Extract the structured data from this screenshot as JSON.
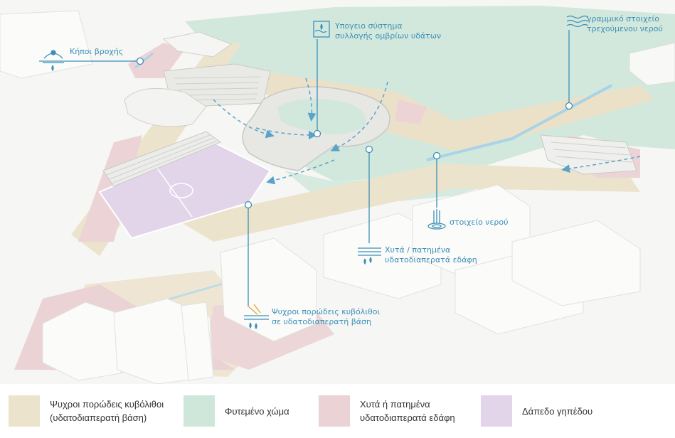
{
  "callouts": {
    "rain_gardens": "Κήποι βροχής",
    "underground_system_line1": "Υπογειο σύστημα",
    "underground_system_line2": "συλλογής ομβρίων υδάτων",
    "linear_water_line1": "γραμμικό στοιχείο",
    "linear_water_line2": "τρεχούμενου νερού",
    "water_element": "στοιχείο νερού",
    "cast_paved_line1": "Χυτά / πατημένα",
    "cast_paved_line2": "υδατοδιαπερατά εδάφη",
    "cool_stones_line1": "Ψυχροι πορώδεις κυβόλιθοι",
    "cool_stones_line2": "σε υδατοδιαπερατή βάση"
  },
  "legend": [
    {
      "label": "Ψυχροι πορώδεις κυβόλιθοι\n(υδατοδιαπερατή βάση)",
      "color": "#ece3cc"
    },
    {
      "label": "Φυτεμένο χώμα",
      "color": "#cfe6da"
    },
    {
      "label": "Χυτά ή πατημένα\nυδατοδιαπερατά εδάφη",
      "color": "#ebd3d5"
    },
    {
      "label": "Δάπεδο γηπέδου",
      "color": "#e2d5ea"
    }
  ],
  "colors": {
    "accent": "#3a8fb7",
    "sand": "#ece3cc",
    "green": "#cfe6da",
    "pink": "#ebd3d5",
    "purple": "#e2d5ea"
  }
}
